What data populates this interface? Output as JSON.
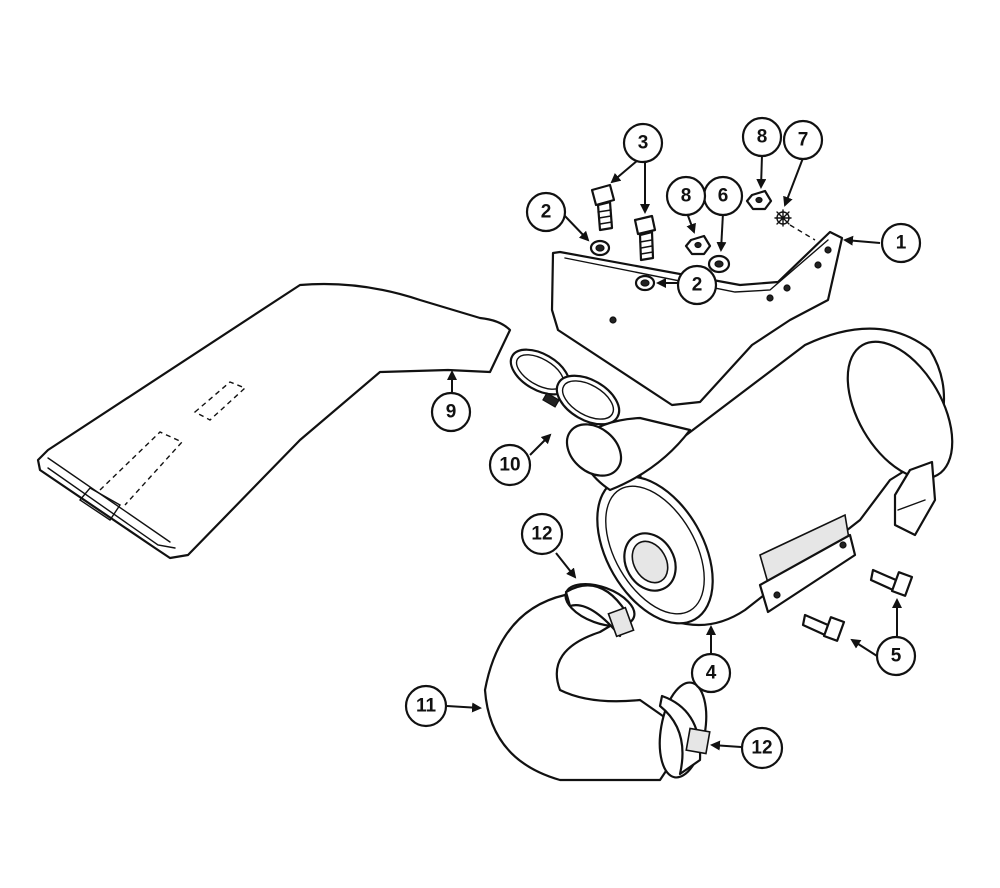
{
  "callouts": [
    {
      "id": "c1",
      "label": "1"
    },
    {
      "id": "c2a",
      "label": "2"
    },
    {
      "id": "c2b",
      "label": "2"
    },
    {
      "id": "c3",
      "label": "3"
    },
    {
      "id": "c4",
      "label": "4"
    },
    {
      "id": "c5",
      "label": "5"
    },
    {
      "id": "c6",
      "label": "6"
    },
    {
      "id": "c7",
      "label": "7"
    },
    {
      "id": "c8a",
      "label": "8"
    },
    {
      "id": "c8b",
      "label": "8"
    },
    {
      "id": "c9",
      "label": "9"
    },
    {
      "id": "c10",
      "label": "10"
    },
    {
      "id": "c11",
      "label": "11"
    },
    {
      "id": "c12a",
      "label": "12"
    },
    {
      "id": "c12b",
      "label": "12"
    }
  ]
}
